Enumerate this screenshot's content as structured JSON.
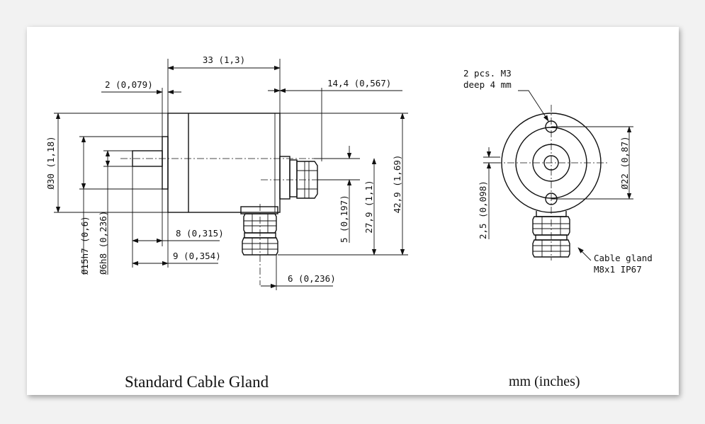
{
  "drawing": {
    "caption_left": "Standard Cable Gland",
    "caption_right": "mm (inches)",
    "side_view": {
      "dim_overall_length": "33 (1,3)",
      "dim_flange": "2 (0,079)",
      "dim_gland_offset": "14,4 (0,567)",
      "dim_body_diameter": "Ø30 (1,18)",
      "dim_spigot": "Ø15h7 (0,6)",
      "dim_shaft": "Ø6h8 (0,236)",
      "dim_shaft_length_a": "8 (0,315)",
      "dim_shaft_length_b": "9 (0,354)",
      "dim_axis_offset": "5 (0,197)",
      "dim_gland_height": "27,9 (1,1)",
      "dim_total_height": "42,9 (1,69)",
      "dim_gland_width": "6 (0,236)"
    },
    "front_view": {
      "note_holes_line1": "2 pcs. M3",
      "note_holes_line2": "deep 4 mm",
      "dim_bolt_circle": "Ø22 (0,87)",
      "dim_offset": "2,5 (0,098)",
      "note_gland_line1": "Cable gland",
      "note_gland_line2": "M8x1 IP67"
    }
  }
}
